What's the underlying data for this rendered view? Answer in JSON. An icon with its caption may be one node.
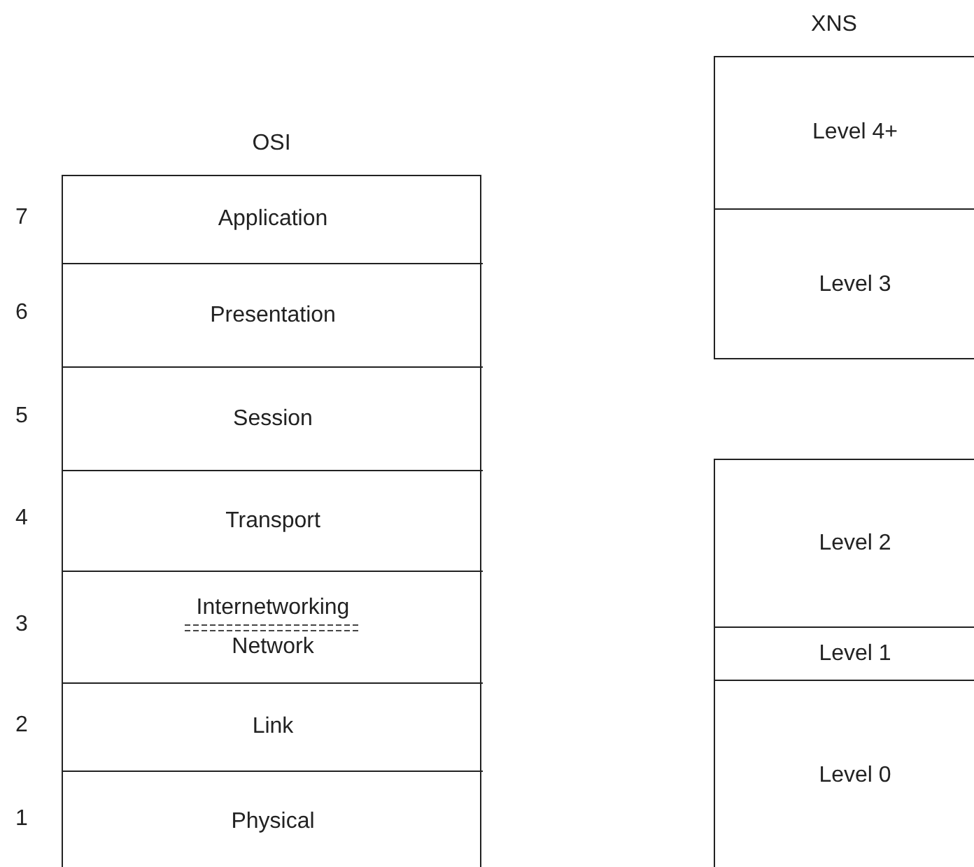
{
  "diagram": {
    "nodes": [
      {
        "text": [
          "OSI"
        ]
      },
      {
        "text": [
          "Application"
        ],
        "in": 0
      },
      {
        "text": [
          "Presentation"
        ],
        "in": 0
      },
      {
        "text": [
          "Session"
        ],
        "in": 0
      },
      {
        "text": [
          "Transport"
        ],
        "in": 0
      },
      {
        "text": [
          "Internetworking",
          "Network"
        ],
        "in": 0
      },
      {
        "text": [
          "Link"
        ],
        "in": 0
      },
      {
        "text": [
          "Physical"
        ],
        "in": 0
      },
      {
        "text": [
          "XNS"
        ]
      },
      {
        "text": [
          "Level 4+"
        ],
        "in": 8
      },
      {
        "text": [
          "Level 3"
        ],
        "in": 8
      },
      {
        "text": [],
        "shape": "box"
      },
      {
        "text": [
          "Level 2"
        ],
        "in": 11
      },
      {
        "text": [
          "Level 1"
        ],
        "in": 11
      },
      {
        "text": [
          "Level 0"
        ],
        "in": 11
      }
    ],
    "labels": [
      "7",
      "6",
      "5",
      "4",
      "3",
      "2",
      "1"
    ]
  }
}
